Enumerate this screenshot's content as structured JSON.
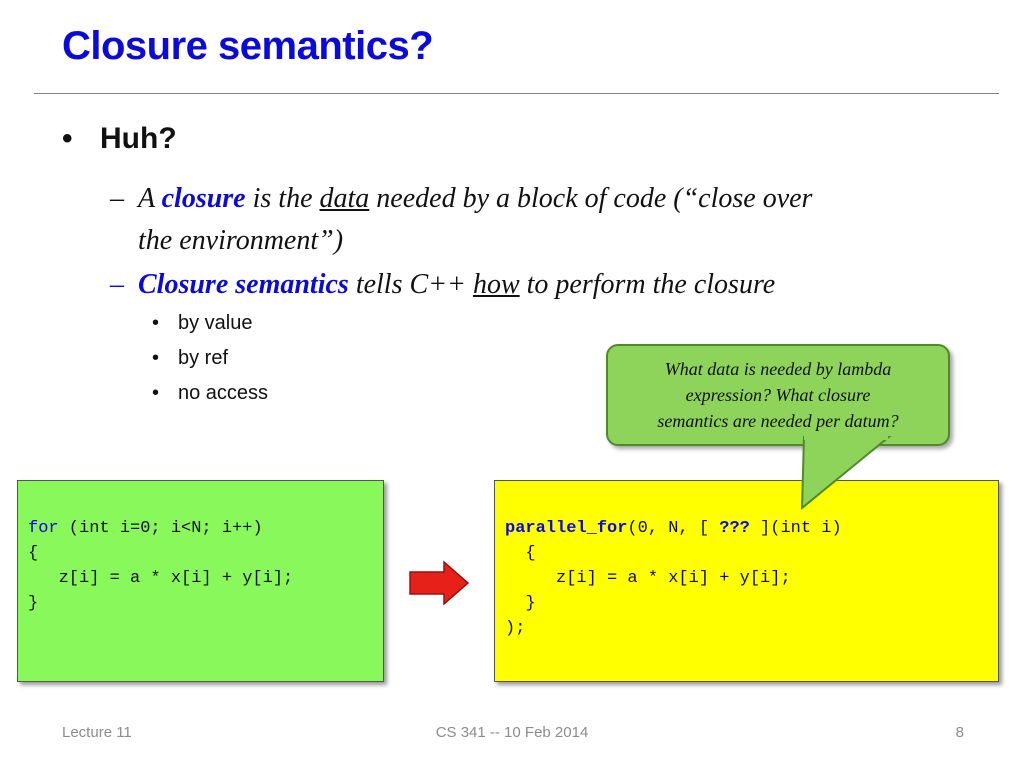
{
  "slide": {
    "title": "Closure semantics?",
    "bullet1": "Huh?",
    "bullet_glyph": "•",
    "dash": "–",
    "line2": {
      "a": "A ",
      "closure": "closure",
      "b": " is the ",
      "data": "data",
      "c": " needed by a block of code (“close over",
      "d": "the environment”)"
    },
    "line3": {
      "cs": "Closure semantics",
      "a": " tells C++ ",
      "how": "how",
      "b": " to perform the closure"
    },
    "sub_bullets": [
      "by value",
      "by ref",
      "no access"
    ],
    "callout": {
      "line1": "What data is needed by lambda",
      "line2": "expression?  What closure",
      "line3": "semantics are needed per datum?"
    },
    "code_left": {
      "l1_kw": "for",
      "l1_rest": " (int i=0; i<N; i++)",
      "l2": "{",
      "l3": "   z[i] = a * x[i] + y[i];",
      "l4": "}"
    },
    "code_right": {
      "l1_fn": "parallel_for",
      "l1_mid": "(0, N, [ ",
      "l1_q": "???",
      "l1_end": " ](int i)",
      "l2": "  {",
      "l3": "     z[i] = a * x[i] + y[i];",
      "l4": "  }",
      "l5": ");"
    },
    "footer": {
      "left": "Lecture 11",
      "center": "CS 341 -- 10 Feb 2014",
      "right": "8"
    }
  },
  "colors": {
    "title": "#0a0adc",
    "callout_fill": "#8ed35a",
    "left_box": "#88f85a",
    "right_box": "#ffff00",
    "arrow": "#e8201a"
  }
}
